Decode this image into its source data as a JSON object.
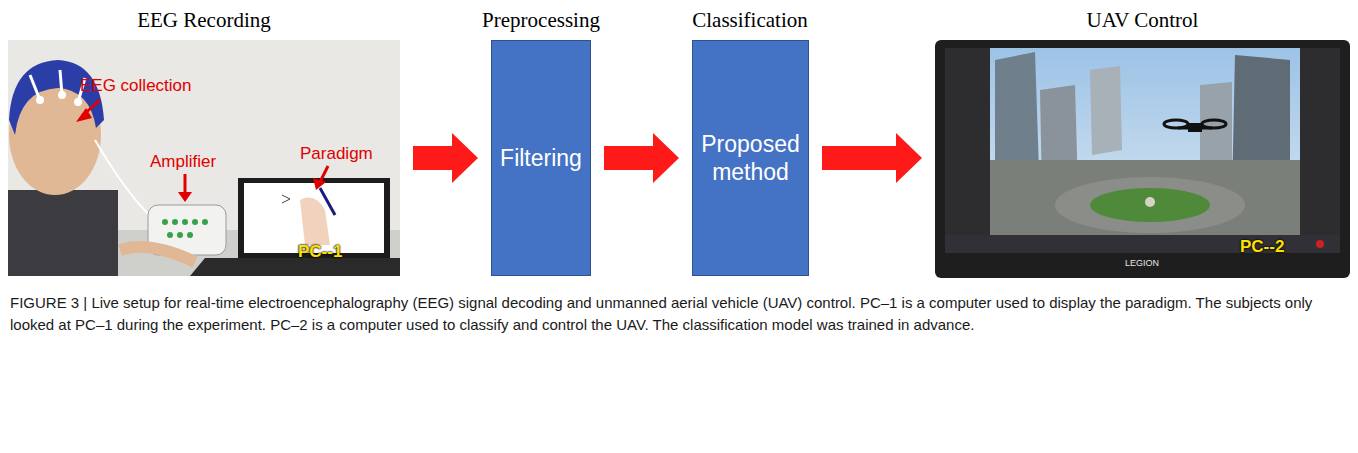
{
  "diagram": {
    "caption": "FIGURE 3 | Live setup for real-time electroencephalography (EEG) signal decoding and unmanned aerial vehicle (UAV) control. PC–1 is a computer used to display the paradigm. The subjects only looked at PC–1 during the experiment. PC–2 is a computer used to classify and control the UAV. The classification model was trained in advance.",
    "nodes": [
      {
        "text": [
          "EEG Recording",
          "EEG collection",
          "Amplifier",
          "Paradigm",
          "PC--1"
        ]
      },
      {
        "text": [
          "Preprocessing",
          "Filtering"
        ]
      },
      {
        "text": [
          "Classification",
          "Proposed method"
        ]
      },
      {
        "text": [
          "UAV Control",
          "PC--2"
        ]
      }
    ],
    "edges": [
      {
        "from": 0,
        "to": 1,
        "arrow": "to"
      },
      {
        "from": 1,
        "to": 2,
        "arrow": "to"
      },
      {
        "from": 2,
        "to": 3,
        "arrow": "to"
      }
    ],
    "labels": [
      "LEGION"
    ]
  }
}
